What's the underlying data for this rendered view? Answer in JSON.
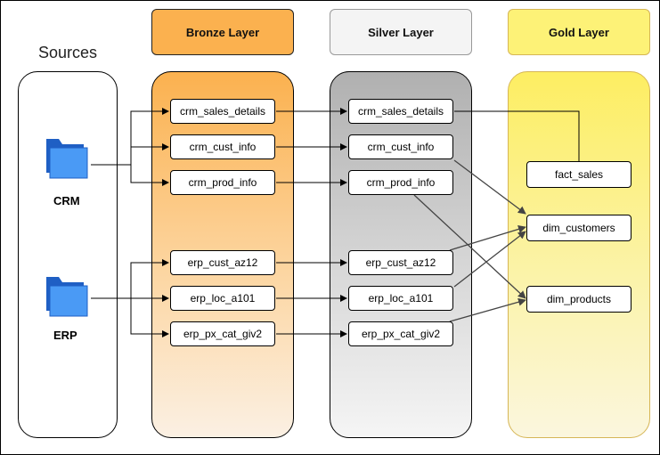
{
  "headers": {
    "bronze": "Bronze Layer",
    "silver": "Silver Layer",
    "gold": "Gold Layer"
  },
  "sources": {
    "title": "Sources",
    "crm": "CRM",
    "erp": "ERP"
  },
  "bronze_tables": [
    "crm_sales_details",
    "crm_cust_info",
    "crm_prod_info",
    "erp_cust_az12",
    "erp_loc_a101",
    "erp_px_cat_giv2"
  ],
  "silver_tables": [
    "crm_sales_details",
    "crm_cust_info",
    "crm_prod_info",
    "erp_cust_az12",
    "erp_loc_a101",
    "erp_px_cat_giv2"
  ],
  "gold_tables": [
    "fact_sales",
    "dim_customers",
    "dim_products"
  ],
  "colors": {
    "bronze_header": "#fbb14f",
    "silver_header": "#f4f4f4",
    "gold_header": "#fdf277",
    "folder": "#2d7be8"
  },
  "icons": [
    "folder-icon"
  ]
}
